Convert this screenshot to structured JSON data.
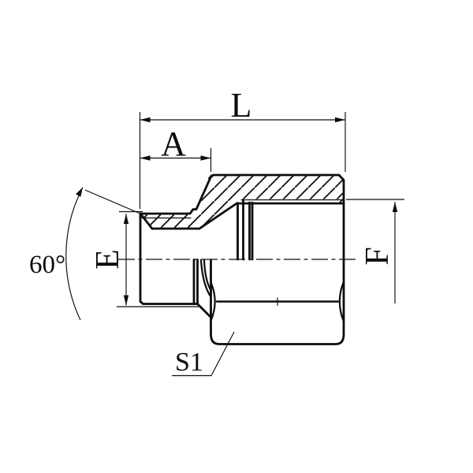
{
  "drawing": {
    "title": "Hydraulic adapter fitting section drawing",
    "labels": {
      "overall_length": "L",
      "male_thread_length": "A",
      "cone_angle": "60°",
      "male_end_height": "E",
      "female_thread_height": "F",
      "hex_across_flats": "S1"
    },
    "colors": {
      "line": "#0d0d0d",
      "background": "#ffffff"
    }
  }
}
